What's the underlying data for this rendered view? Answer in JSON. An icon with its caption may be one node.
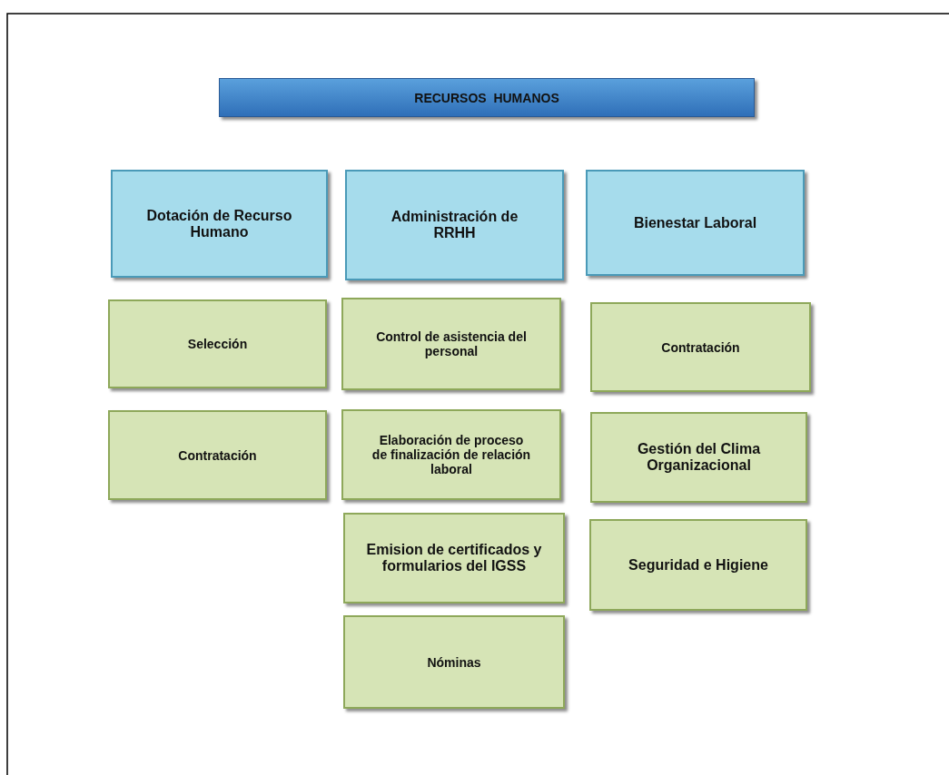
{
  "diagram": {
    "nodes": [
      {
        "text": [
          "RECURSOS  HUMANOS"
        ]
      },
      {
        "text": [
          "Dotación de Recurso Humano"
        ]
      },
      {
        "text": [
          "Administración de RRHH"
        ]
      },
      {
        "text": [
          "Bienestar Laboral"
        ]
      },
      {
        "text": [
          "Selección"
        ]
      },
      {
        "text": [
          "Contratación"
        ]
      },
      {
        "text": [
          "Control de asistencia del personal"
        ]
      },
      {
        "text": [
          "Elaboración de proceso de finalización de relación laboral"
        ]
      },
      {
        "text": [
          "Emision de certificados y formularios del IGSS"
        ]
      },
      {
        "text": [
          "Nóminas"
        ]
      },
      {
        "text": [
          "Contratación"
        ]
      },
      {
        "text": [
          "Gestión del Clima Organizacional"
        ]
      },
      {
        "text": [
          "Seguridad e Higiene"
        ]
      }
    ]
  }
}
